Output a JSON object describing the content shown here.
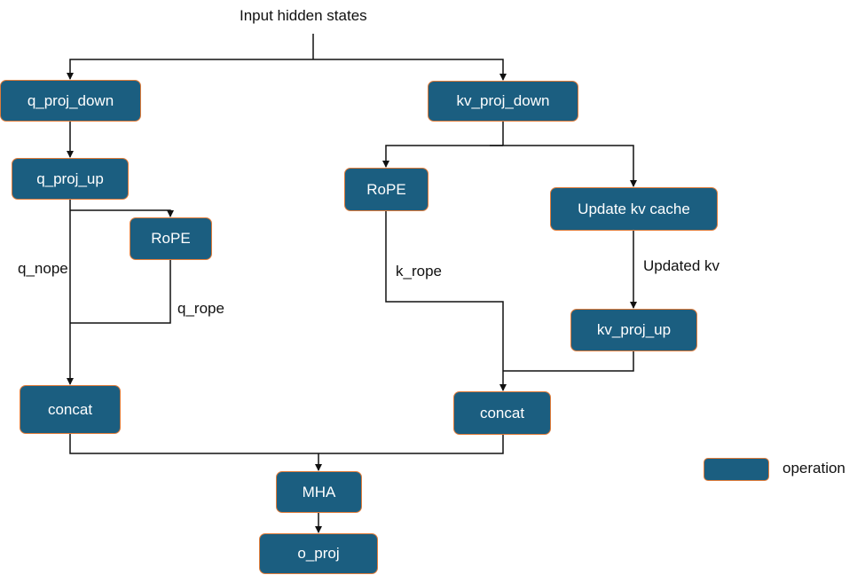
{
  "input_label": "Input hidden states",
  "nodes": {
    "q_proj_down": "q_proj_down",
    "q_proj_up": "q_proj_up",
    "q_rope": "RoPE",
    "q_concat": "concat",
    "kv_proj_down": "kv_proj_down",
    "k_rope": "RoPE",
    "update_kv_cache": "Update kv cache",
    "kv_proj_up": "kv_proj_up",
    "kv_concat": "concat",
    "mha": "MHA",
    "o_proj": "o_proj"
  },
  "edge_labels": {
    "q_nope": "q_nope",
    "q_rope": "q_rope",
    "k_rope": "k_rope",
    "updated_kv": "Updated kv"
  },
  "legend": {
    "operation": "operation"
  },
  "colors": {
    "node_fill": "#1b5e80",
    "node_border": "#e07b39",
    "line": "#111111"
  }
}
